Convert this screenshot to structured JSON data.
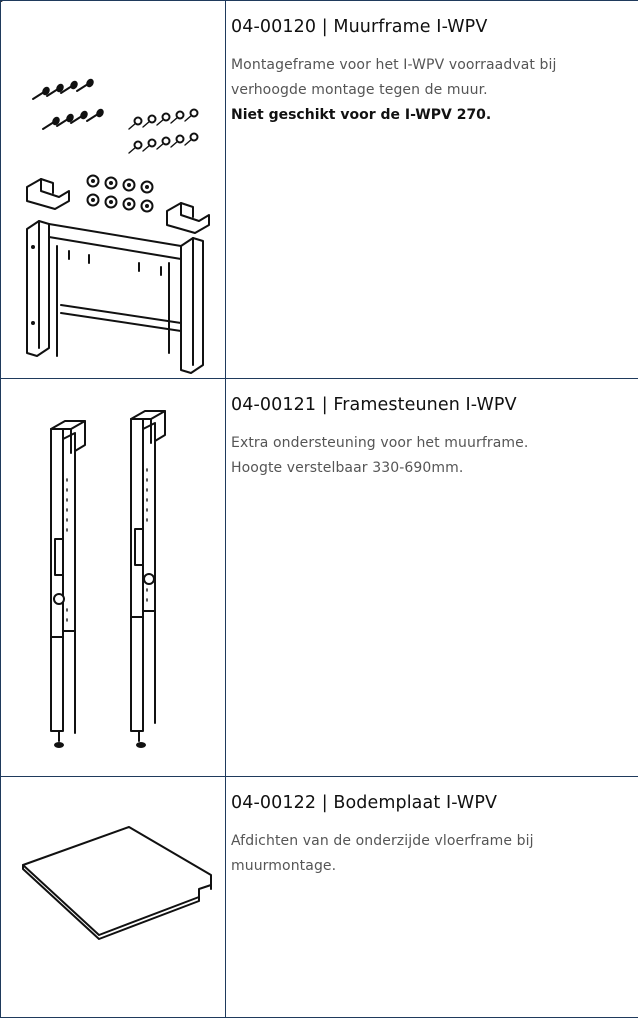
{
  "products": [
    {
      "title": "04-00120 | Muurframe I-WPV",
      "description": "Montageframe voor het I-WPV voorraadvat bij verhoogde montage tegen de muur.",
      "note": "Niet geschikt voor de I-WPV 270.",
      "image_icon": "wall-frame-kit-icon"
    },
    {
      "title": "04-00121 | Framesteunen I-WPV",
      "description_lines": [
        "Extra ondersteuning voor het muurframe.",
        "Hoogte verstelbaar 330-690mm."
      ],
      "image_icon": "frame-supports-icon"
    },
    {
      "title": "04-00122 | Bodemplaat I-WPV",
      "description": "Afdichten van de onderzijde vloerframe bij muurmontage.",
      "image_icon": "bottom-plate-icon"
    }
  ]
}
